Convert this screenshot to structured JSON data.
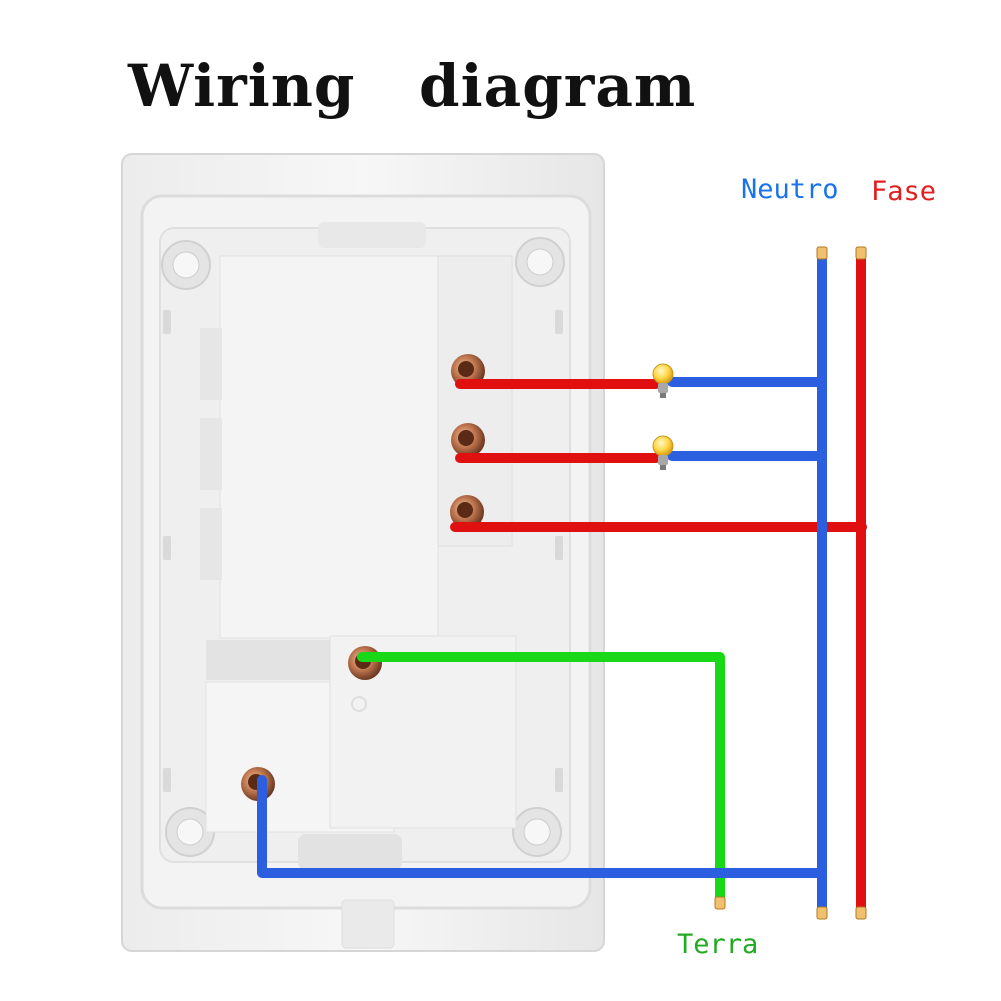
{
  "title": "Wiring   diagram",
  "labels": {
    "neutral": "Neutro",
    "phase": "Fase",
    "earth": "Terra"
  },
  "colors": {
    "neutral_wire": "#2c5ee0",
    "phase_wire": "#e01010",
    "earth_wire": "#18d818",
    "neutral_text": "#1a73e8",
    "phase_text": "#e02020",
    "earth_text": "#22aa22"
  },
  "icons": [
    "bulb-icon",
    "bulb-icon"
  ]
}
